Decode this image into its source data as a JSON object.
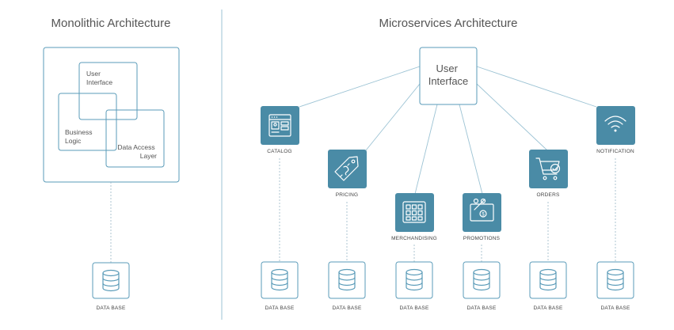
{
  "monolith": {
    "title": "Monolithic Architecture",
    "layers": {
      "ui_line1": "User",
      "ui_line2": "Interface",
      "biz_line1": "Business",
      "biz_line2": "Logic",
      "data_line1": "Data Access",
      "data_line2": "Layer"
    },
    "database_label": "DATA BASE"
  },
  "microservices": {
    "title": "Microservices Architecture",
    "ui_line1": "User",
    "ui_line2": "Interface",
    "services": [
      {
        "label": "CATALOG",
        "icon": "catalog-icon"
      },
      {
        "label": "PRICING",
        "icon": "price-tag-icon"
      },
      {
        "label": "MERCHANDISING",
        "icon": "grid-icon"
      },
      {
        "label": "PROMOTIONS",
        "icon": "coupon-icon"
      },
      {
        "label": "ORDERS",
        "icon": "cart-icon"
      },
      {
        "label": "NOTIFICATION",
        "icon": "wifi-icon"
      }
    ],
    "database_label": "DATA BASE"
  },
  "colors": {
    "accent": "#4a8ba6",
    "outline": "#5a9bb8",
    "connector": "#9cc3d4",
    "text": "#555555"
  }
}
